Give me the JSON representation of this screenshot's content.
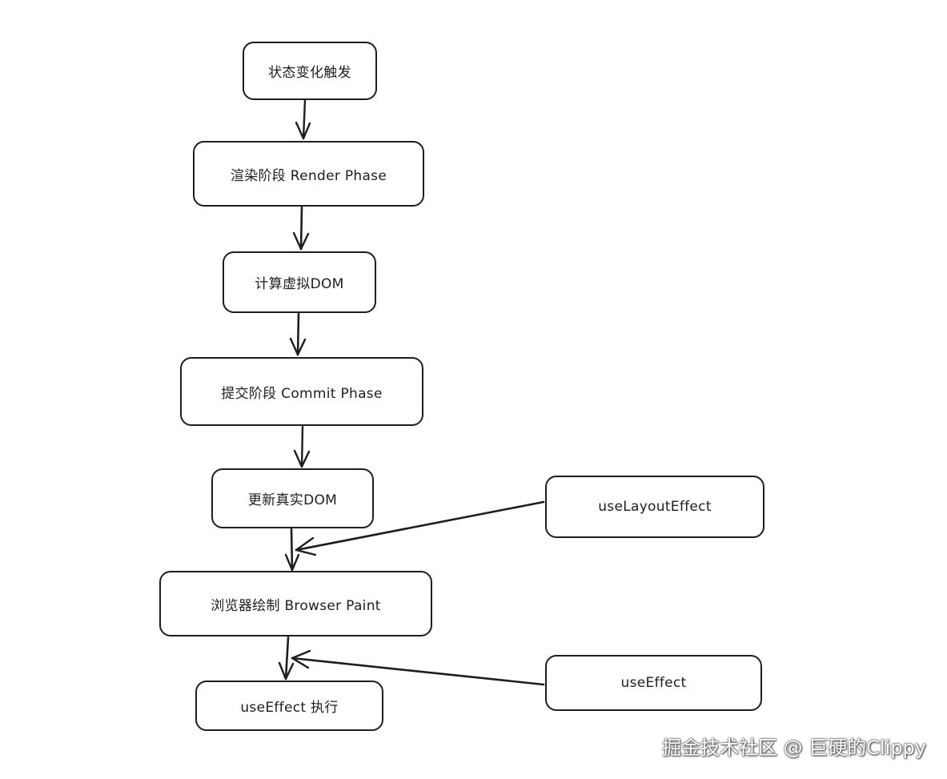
{
  "nodes": {
    "state_change": "状态变化触发",
    "render_phase": "渲染阶段 Render Phase",
    "compute_vdom": "计算虚拟DOM",
    "commit_phase": "提交阶段 Commit Phase",
    "update_dom": "更新真实DOM",
    "browser_paint": "浏览器绘制 Browser Paint",
    "use_effect_exec": "useEffect 执行",
    "use_layout_effect": "useLayoutEffect",
    "use_effect": "useEffect"
  },
  "watermark": "掘金技术社区 @ 巨硬的Clippy",
  "colors": {
    "stroke": "#1e1e1e",
    "background": "#ffffff"
  }
}
